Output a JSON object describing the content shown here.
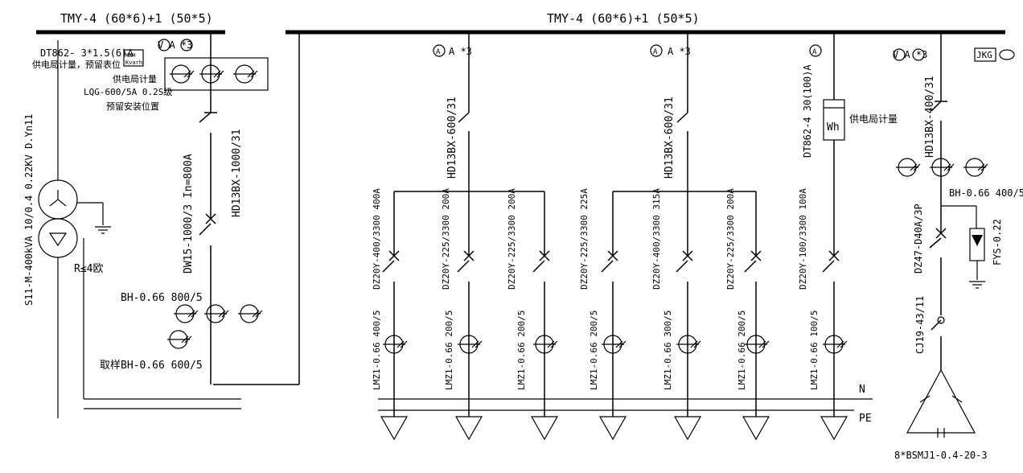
{
  "bus_left_label": "TMY-4 (60*6)+1 (50*5)",
  "bus_right_label": "TMY-4 (60*6)+1 (50*5)",
  "transformer": {
    "label": "S11-M-400kVA 10/0.4 0.22KV D.Yn11",
    "grounding": "R≤4欧"
  },
  "incoming": {
    "meter_note_1": "DT862- 3*1.5(6)A",
    "meter_note_2": "供电局计量，预留表位",
    "kwh_box": "KWH\nKvarh",
    "supply_note": "供电局计量",
    "ct_note": "LQG-600/5A 0.2S级",
    "reserve_note": "预留安装位置",
    "meters": "V A *3",
    "switch": "HD13BX-1000/31",
    "breaker": "DW15-1000/3 In=800A",
    "ct_main": "BH-0.66 800/5",
    "ct_sample": "取样BH-0.66  600/5"
  },
  "groups": [
    {
      "meters": "A *3",
      "switch": "HD13BX-600/31"
    },
    {
      "meters": "A *3",
      "switch": "HD13BX-600/31"
    }
  ],
  "feeders": [
    {
      "breaker": "DZ20Y-400/3300 400A",
      "ct": "LMZ1-0.66  400/5"
    },
    {
      "breaker": "DZ20Y-225/3300 200A",
      "ct": "LMZ1-0.66  200/5"
    },
    {
      "breaker": "DZ20Y-225/3300 200A",
      "ct": "LMZ1-0.66  200/5"
    },
    {
      "breaker": "DZ20Y-225/3300 225A",
      "ct": "LMZ1-0.66  200/5"
    },
    {
      "breaker": "DZ20Y-400/3300 315A",
      "ct": "LMZ1-0.66  300/5"
    },
    {
      "breaker": "DZ20Y-225/3300 200A",
      "ct": "LMZ1-0.66  200/5"
    },
    {
      "breaker": "DZ20Y-100/3300 100A",
      "ct": "LMZ1-0.66  100/5"
    }
  ],
  "metered_feeder": {
    "meters": "A",
    "meter": "DT862-4 30(100)A",
    "wh": "Wh",
    "note": "供电局计量"
  },
  "capacitor_panel": {
    "meters": "V A *3",
    "jkg": "JKG",
    "switch": "HD13BX-400/31",
    "ct": "BH-0.66 400/5",
    "breaker": "DZ47-D40A/3P",
    "arrester": "FYS-0.22",
    "contactor": "CJ19-43/11",
    "capacitor": "8*BSMJ1-0.4-20-3"
  },
  "neutral_label": "N",
  "pe_label": "PE"
}
